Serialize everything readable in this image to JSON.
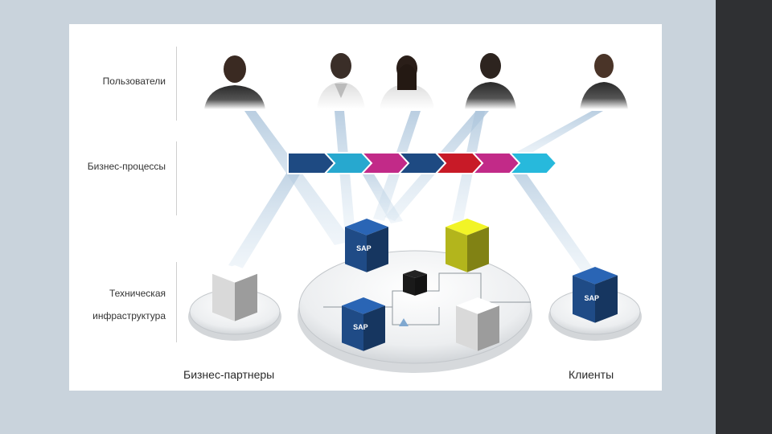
{
  "labels": {
    "users": "Пользователи",
    "processes": "Бизнес-процессы",
    "infra_line1": "Техническая",
    "infra_line2": "инфраструктура",
    "partners": "Бизнес-партнеры",
    "clients": "Клиенты",
    "sap_badge": "SAP"
  },
  "colors": {
    "process_arrows": [
      "#1e4a82",
      "#27a8cf",
      "#c22a88",
      "#1e4a82",
      "#c81a27",
      "#c22a88",
      "#27b9dc"
    ],
    "blue_cube": "#1f4b86",
    "olive_cube": "#b3b51c",
    "black_cube": "#1a1a1a",
    "white_cube": "#d9d9d9"
  }
}
